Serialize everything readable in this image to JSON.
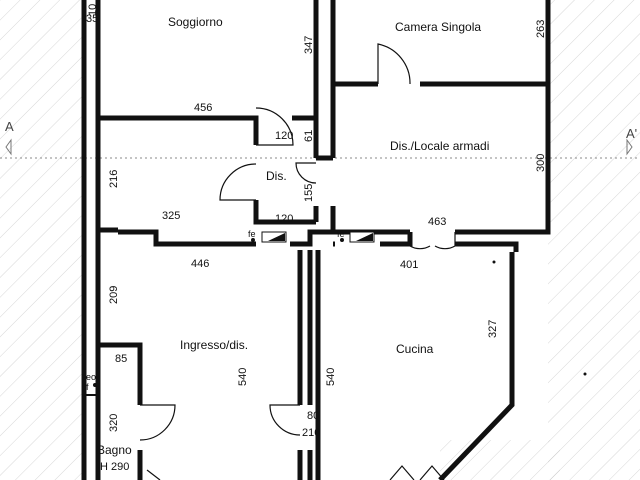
{
  "rooms": {
    "soggiorno": "Soggiorno",
    "camera_singola": "Camera Singola",
    "dis_locale_armadi": "Dis./Locale armadi",
    "dis": "Dis.",
    "ingresso": "Ingresso/dis.",
    "cucina": "Cucina",
    "bagno": "Bagno",
    "bagno_height": "H 290"
  },
  "dimensions": {
    "d10": "10",
    "d35": "35",
    "d347": "347",
    "d263": "263",
    "d456": "456",
    "d120a": "120",
    "d61": "61",
    "d300": "300",
    "d216": "216",
    "d155": "155",
    "d325": "325",
    "d120b": "120",
    "d463": "463",
    "d446": "446",
    "d401": "401",
    "d209": "209",
    "d327": "327",
    "d85": "85",
    "d540a": "540",
    "d540b": "540",
    "d320": "320",
    "d80": "80",
    "d210": "210"
  },
  "section_markers": {
    "left": "A",
    "right": "A'"
  },
  "symbols": {
    "fe_left": "fe",
    "fe_right": "fe",
    "eo": "eo",
    "f": "f"
  }
}
